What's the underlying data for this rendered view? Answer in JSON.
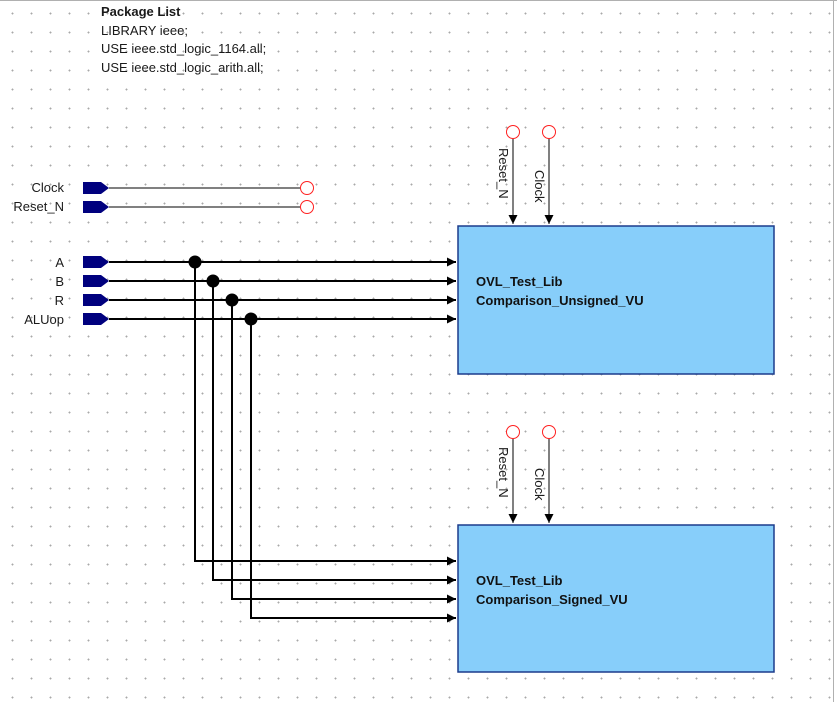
{
  "package_list": {
    "title": "Package List",
    "lines": [
      "LIBRARY ieee;",
      "USE ieee.std_logic_1164.all;",
      "USE ieee.std_logic_arith.all;"
    ]
  },
  "input_ports": {
    "clock": "Clock",
    "reset_n": "Reset_N",
    "a": "A",
    "b": "B",
    "r": "R",
    "aluop": "ALUop"
  },
  "blocks": [
    {
      "library": "OVL_Test_Lib",
      "name": "Comparison_Unsigned_VU",
      "pins": [
        "Reset_N",
        "Clock"
      ]
    },
    {
      "library": "OVL_Test_Lib",
      "name": "Comparison_Signed_VU",
      "pins": [
        "Reset_N",
        "Clock"
      ]
    }
  ],
  "colors": {
    "port_fill": "#00007e",
    "block_fill": "#87cefa",
    "block_border": "#1c3c8c",
    "open_end": "#ff2020",
    "wire": "#000000"
  }
}
